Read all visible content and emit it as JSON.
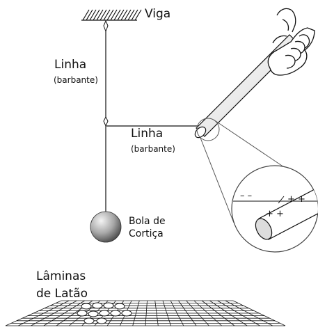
{
  "labels": {
    "beam": "Viga",
    "string1_title": "Linha",
    "string1_sub": "(barbante)",
    "string2_title": "Linha",
    "string2_sub": "(barbante)",
    "ball_line1": "Bola de",
    "ball_line2": "Cortiça",
    "plates_line1": "Lâminas",
    "plates_line2": "de Latão"
  },
  "charges": {
    "negative": "– –",
    "positive_top": "+ +",
    "positive_bottom": "+ +"
  },
  "icons": [
    "beam-hatch-icon",
    "hand-icon",
    "cork-ball-icon",
    "brass-plates-icon",
    "magnifier-icon"
  ]
}
